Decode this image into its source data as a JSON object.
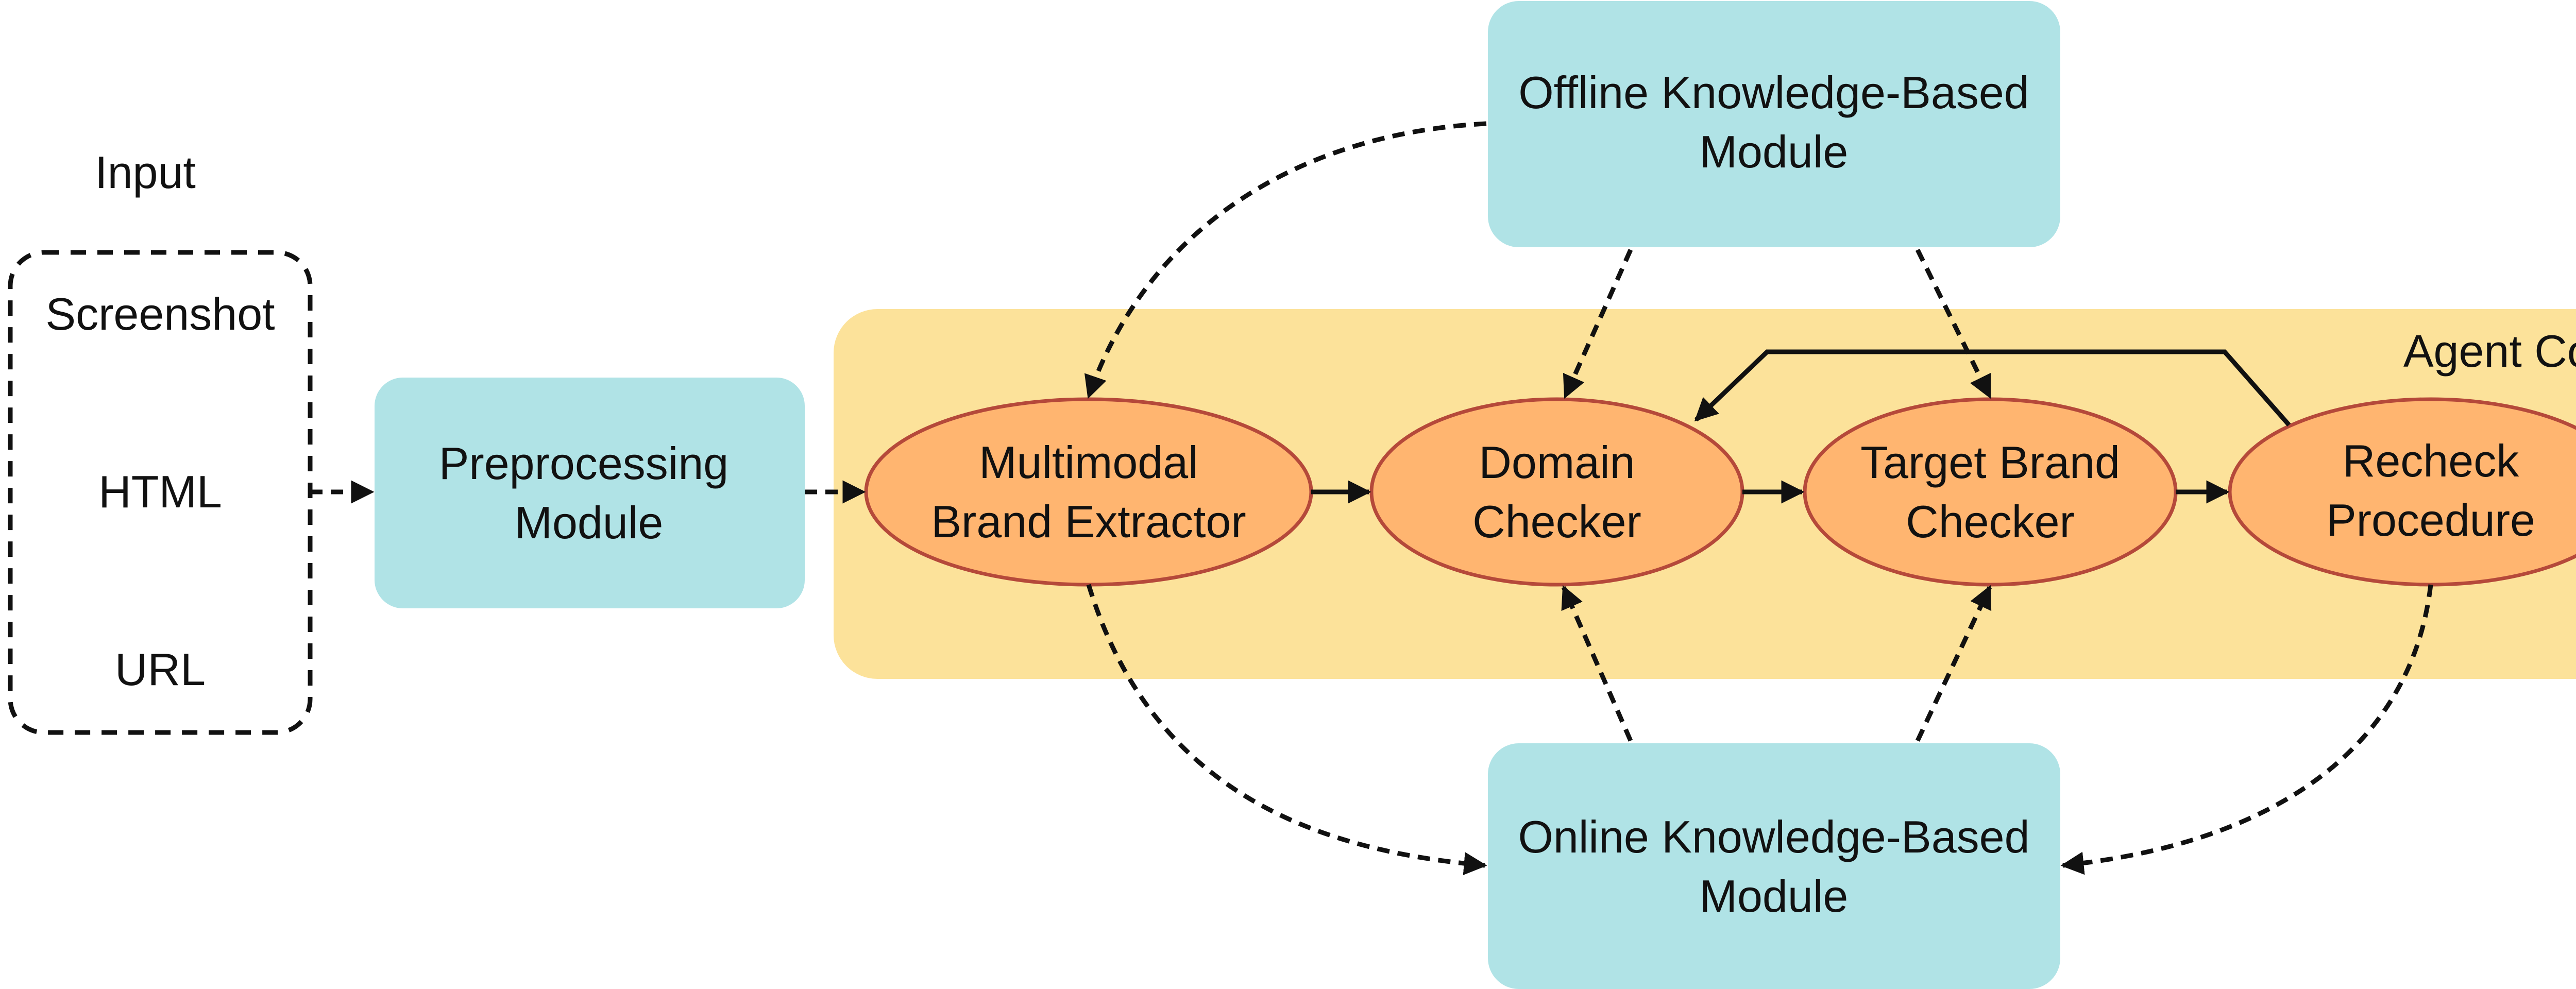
{
  "input": {
    "title": "Input",
    "items": [
      "Screenshot",
      "HTML",
      "URL"
    ]
  },
  "preprocessing": {
    "line1": "Preprocessing",
    "line2": "Module"
  },
  "agent_core": {
    "label": "Agent Core",
    "nodes": [
      {
        "line1": "Multimodal",
        "line2": "Brand Extractor"
      },
      {
        "line1": "Domain",
        "line2": "Checker"
      },
      {
        "line1": "Target Brand",
        "line2": "Checker"
      },
      {
        "line1": "Recheck",
        "line2": "Procedure"
      }
    ]
  },
  "offline_module": {
    "line1": "Offline Knowledge-Based",
    "line2": "Module"
  },
  "online_module": {
    "line1": "Online Knowledge-Based",
    "line2": "Module"
  },
  "colors": {
    "module_fill": "#B0E3E6",
    "core_fill": "#FCE29A",
    "node_fill": "#FFB570",
    "node_stroke": "#B5493A",
    "line": "#111111"
  }
}
